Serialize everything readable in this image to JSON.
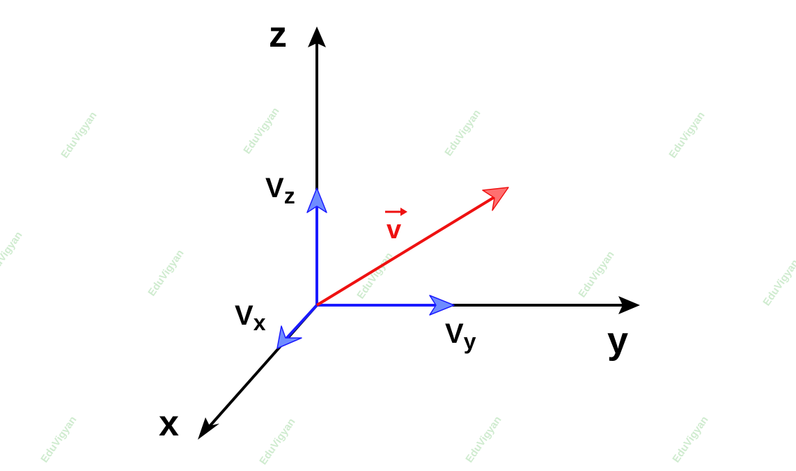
{
  "colors": {
    "axis": "#000000",
    "component": "#1a1aff",
    "vector": "#ee1111",
    "component_head": "#6f8cff",
    "vector_head": "#ff7070",
    "watermark": "#a8dca8"
  },
  "axes": {
    "x_label": "x",
    "y_label": "y",
    "z_label": "z"
  },
  "vector": {
    "label": "v"
  },
  "components": {
    "vx": {
      "base": "V",
      "sub": "x"
    },
    "vy": {
      "base": "V",
      "sub": "y"
    },
    "vz": {
      "base": "V",
      "sub": "z"
    }
  },
  "watermark": {
    "text": "EduVigyan"
  }
}
